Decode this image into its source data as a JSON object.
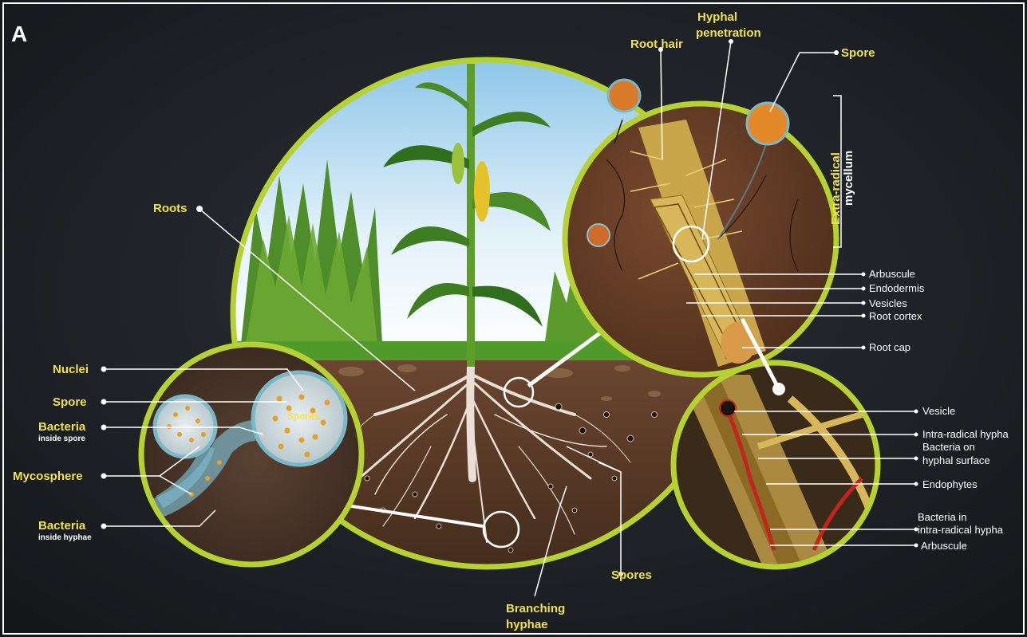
{
  "panel_letter": "A",
  "colors": {
    "background": "#1e2226",
    "ring": "#b6d232",
    "label_yellow": "#f2e24a",
    "soil": "#5a3a26",
    "sky": "#cfe8f5"
  },
  "labels": {
    "roots": "Roots",
    "root_hair": "Root hair",
    "hyphal_penetration_1": "Hyphal",
    "hyphal_penetration_2": "penetration",
    "spore_top": "Spore",
    "extra_radical_1": "Extra-radical",
    "extra_radical_2": "mycellum",
    "arbuscule_top": "Arbuscule",
    "endodermis": "Endodermis",
    "vesicles": "Vesicles",
    "root_cortex": "Root cortex",
    "root_cap": "Root cap",
    "vesicle": "Vesicle",
    "intra_radical_hypha": "Intra-radical hypha",
    "bacteria_on_1": "Bacteria on",
    "bacteria_on_2": "hyphal surface",
    "endophytes": "Endophytes",
    "bacteria_in_1": "Bacteria in",
    "bacteria_in_2": "intra-radical hypha",
    "arbuscule_bottom": "Arbuscule",
    "nuclei": "Nuclei",
    "spore_left": "Spore",
    "bacteria_inside_spore_1": "Bacteria",
    "bacteria_inside_spore_2": "inside spore",
    "mycosphere": "Mycosphere",
    "bacteria_inside_hyphae_1": "Bacteria",
    "bacteria_inside_hyphae_2": "inside hyphae",
    "spores": "Spores",
    "branching_hyphae_1": "Branching",
    "branching_hyphae_2": "hyphae",
    "inset_text": "Spores"
  }
}
